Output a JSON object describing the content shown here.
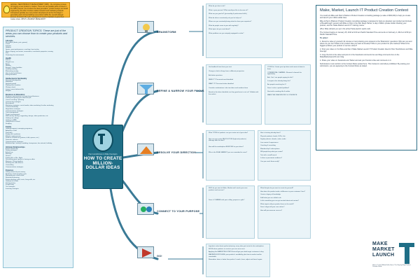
{
  "banner": {
    "text": "definition: NEW PRODUCT DEVELOPMENT (NPD) - the complete process of bringing a new product to market. There are two parallel paths involved in the NPD process: one involves the idea generation, product design and detail engineering; the other involves market research and marketing analysis. Companies typically see new product development as the first stage in generating and commercializing new product within the overall strategic process of product life cycle management used to maintain or grow their market share. WHAT is MARKET RESEARCH?"
  },
  "topics": {
    "title": "PRODUCT CREATION TOPICS: These are just of the areas you can choose from to create your products and services.",
    "categories": [
      {
        "name": "Lifestyle",
        "items": [
          "Recreation (boats, pets, games)",
          "Travel",
          "Fashion",
          "Hobbies",
          "Sports, sport performance, coaching, how to play",
          "Home: buying, real estate, renovations, investment properties, moving",
          "Pets",
          "Protecting the environment"
        ]
      },
      {
        "name": "Health",
        "items": [
          "Fitness",
          "Weight Loss",
          "Aging",
          "Healing",
          "Energy / Living healthier",
          "Quitting smoking",
          "Eliminating anxiety",
          "How to deal with illness",
          "Eating disorders"
        ]
      },
      {
        "name": "Intellectual & Spirituality",
        "items": [
          "Personal development",
          "Meditation",
          "Spiritual growth",
          "Finding inner freedom",
          "Writing a book",
          "Living a more balanced life",
          "Religion"
        ]
      },
      {
        "name": "Business & Education",
        "items": [
          "Starting a new business or home-based business",
          "Finding and getting your ideal first job",
          "Career coaching / planning",
          "Outsourcing strategies",
          "Recruitment",
          "Marketing strategies: social media, video marketing & online marketing",
          "Content marketing",
          "Negotiation strategies",
          "Communication strategies",
          "Time management",
          "Project management",
          "Skill training, writing, copywriting, design, video production, etc.",
          "Getting into college",
          "Getting an MBA",
          "Going back to school",
          "Studying"
        ]
      },
      {
        "name": "Family",
        "items": [
          "Getting pregnant, managing pregnancy",
          "Adopting a child",
          "Parenting",
          "Empty nest syndrome",
          "Elderly / aging parents",
          "Death of a loved one (partner, child, spouse, etc.)",
          "Domestic violence",
          "Communication strategies",
          "Relationships: starting a wedding, honeymoon, bar mitzvah, birthday"
        ]
      },
      {
        "name": "Intimate Relationships",
        "items": [
          "A new relationship",
          "Dating strategies",
          "A break up",
          "Marriage",
          "Divorce",
          "Finding Mr. or Mrs. Right",
          "Discovering your spouse is having an affair",
          "Moving in / living together",
          "Starting over after divorce",
          "Counselling",
          "Communication strategies"
        ]
      },
      {
        "name": "Finances",
        "items": [
          "Taking control of your money",
          "Breaking a bad spending cycle",
          "Managing your credit cards",
          "Retirement planning",
          "Estate planning: wills, trusts, living wills, etc.",
          "Getting out of debt",
          "Saving money",
          "Frugal living",
          "Tax strategies",
          "Investing strategies"
        ]
      }
    ]
  },
  "center": {
    "authors": "Pam Hendrickson & Mike Koenigs's",
    "title": "HOW TO CREATE MILLION-DOLLAR IDEAS"
  },
  "branches": {
    "brainstorm": {
      "label": "BRAINSTORM",
      "items": [
        "What do you love to do?",
        "What is your passion? What would you like to do more of?",
        "What are you good at? (personality & professional skills)",
        "What do others consistently ask you for help on?",
        "Where are you constantly being asked to share your expertise?",
        "What do people come to you with regularly?",
        "What topics do you read about?",
        "What problems are you uniquely equipped to solve?"
      ]
    },
    "refine": {
      "label": "REFINE & NARROW YOUR FOCUS",
      "items": [
        "Get feedback from those you trust",
        "Change or look at things from a different perspective",
        "Ask better questions",
        "NEED IT? Perceived need identified",
        "WANT IT? Perceived value identified",
        "Consider combinations: take two ideas and combine them",
        "Based on the ideas identified, are they good ones to act on? Validate with the market"
      ],
      "side": [
        "YOUR list: Create your top ideas and narrow it down to three",
        "COMMERCIAL CHANNEL: Research channels for opportunity",
        "Ask: Can I see people paying for this?",
        "Is anyone else already doing this?",
        "Are people searching for it?",
        "Does it solve a painful problem?",
        "Start with a working title & outline",
        "MAKE THE IDEA SPECIFIC & CONCRETE"
      ]
    },
    "resolve": {
      "label": "RESOLVE YOUR DIRECTION",
      "items": [
        "What TYPES of products can you create out of your idea?",
        "How can you create REVOLUTION (high-end products) offerings with this idea?",
        "How will the marketplace RESPOND to your ideas?",
        "Who is the IDEAL MARKET you are committed to serve?"
      ],
      "side": [
        "How is training already done?",
        "Physical products: books, DVDs, kits",
        "Digital products: ebooks, video, audio",
        "Live events & experiences",
        "Coaching & consulting",
        "Membership & subscriptions",
        "Will people buy what you create?",
        "Test with a small launch",
        "Is there a passionate audience?",
        "Can you reach them easily?"
      ]
    },
    "connect": {
      "label": "CONNECT TO YOUR PURPOSE",
      "items": [
        "WHY do you want to Make, Market and Launch your new products and services?",
        "Does it COMBINE with your calling, purpose or gifts?"
      ],
      "side": [
        "What lifestyle do you want to create for yourself?",
        "How does this product make a difference in your customers' lives?",
        "Create a legacy of knowledge",
        "Fulfil what you are called to do",
        "Is this something you can get excited about and sustain?",
        "What impact will your product have on the world?",
        "Does it align with your core values?",
        "How will you measure success?"
      ]
    },
    "go": {
      "label": "GO!",
      "items": [
        "Imperfect action beats perfect planning: every idea gets tested in the marketplace",
        "MOVE when products or services you can serve next",
        "Applying the MARKETING STEPS that will get your ideal target customers to buy",
        "MAXIMIZE EXPOSURE: your product's availability, plan how to market and be remarkable",
        "Remember: done is better than perfect. Launch, learn, adjust and launch again."
      ]
    }
  },
  "contest": {
    "title": "Make, Market, Launch IT Product Creation Contest",
    "paragraphs": [
      "You could win Mike and Pam's Platinum Product Creation consulting package (a value of $30,000) to help you create and launch your million-dollar idea.",
      "Mike & Pam's Platinum Product Creation consulting package is designed to help you develop your product and include: a 'Breakthrough' session with Mike or Pam in the San Diego Harbor, a day in Mike's private studio shooting your product, and the 'Make Market Launch IT' training course.",
      "(Plus: Mike will pick you up in his prized Tesla electric sports car!)",
      "The Contest begins on January 25, 2013 at 9:00 am Pacific Standard Time and ends on February 4, 2013 at 11:59 pm Pacific Standard Time."
    ],
    "enter_label": "To enter:",
    "steps": [
      "1. Record a video of yourself (10 minutes or less) sharing your answers to the 'Brainstorm' questions: Who are you and where do you live? What is the product idea you want to develop? Who is your product for (the market)? What is the biggest problem your product or service solves?",
      "2. Post your video on YouTube and title it 'Make Market Launch IT Product Creation Idea for Pam Hendrickson and Mike Koenigs'.",
      "3. Copy the link to the video and post it in the Facebook comments box and blog comments box on the MakeMarketLaunchIt.com blog.",
      "4. Share your video on Facebook and Twitter and ask your friends to like and comment on it."
    ],
    "footer": "Submissions must conform to the Contest Rules posted here. This Contest is void where prohibited. By posting your submission, you are agreeing to the Contest Rules as stated."
  },
  "logo": {
    "line1": "MAKE",
    "line2": "MARKET",
    "line3": "LAUNCH",
    "tagline": "How to Create Million-Dollar Ideas: The Step-by-Step Product Creation Guide"
  },
  "colors": {
    "primary": "#1f6e86",
    "branch": "#3a7a96",
    "banner": "#f7b532",
    "panel": "#e6f3f8"
  }
}
